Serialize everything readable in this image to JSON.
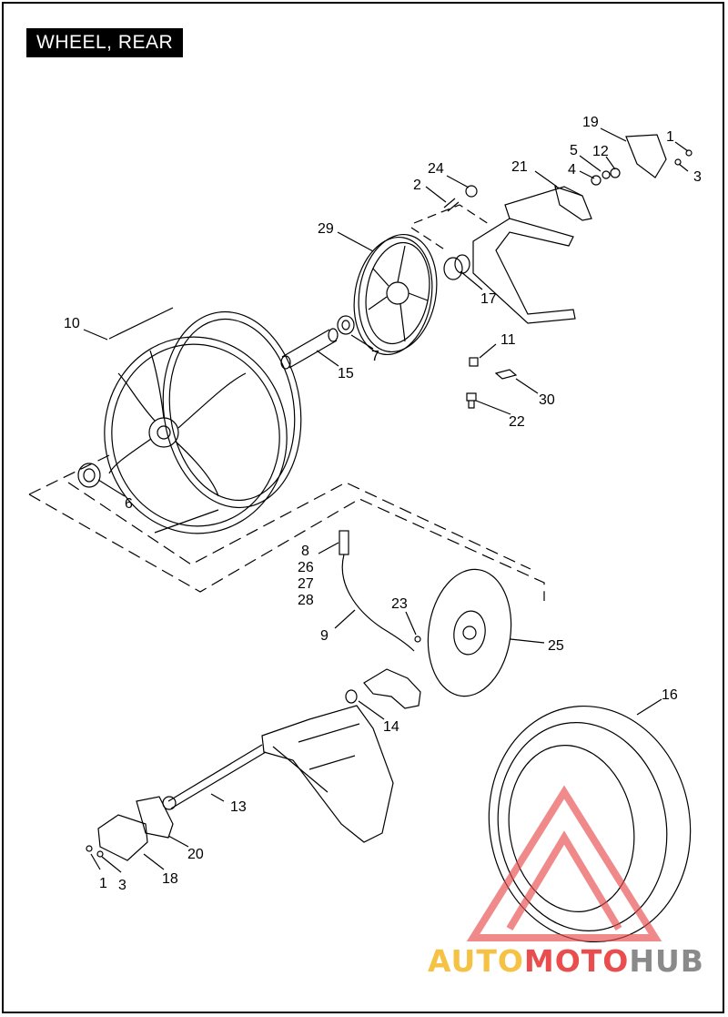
{
  "title": "WHEEL, REAR",
  "callouts": [
    {
      "id": "c19",
      "text": "19"
    },
    {
      "id": "c1a",
      "text": "1"
    },
    {
      "id": "c5",
      "text": "5"
    },
    {
      "id": "c12",
      "text": "12"
    },
    {
      "id": "c4",
      "text": "4"
    },
    {
      "id": "c3a",
      "text": "3"
    },
    {
      "id": "c24",
      "text": "24"
    },
    {
      "id": "c21",
      "text": "21"
    },
    {
      "id": "c2",
      "text": "2"
    },
    {
      "id": "c29",
      "text": "29"
    },
    {
      "id": "c17",
      "text": "17"
    },
    {
      "id": "c10",
      "text": "10"
    },
    {
      "id": "c7",
      "text": "7"
    },
    {
      "id": "c11",
      "text": "11"
    },
    {
      "id": "c15",
      "text": "15"
    },
    {
      "id": "c30",
      "text": "30"
    },
    {
      "id": "c22",
      "text": "22"
    },
    {
      "id": "c6",
      "text": "6"
    },
    {
      "id": "c8",
      "text": "8"
    },
    {
      "id": "c26",
      "text": "26"
    },
    {
      "id": "c27",
      "text": "27"
    },
    {
      "id": "c28",
      "text": "28"
    },
    {
      "id": "c23",
      "text": "23"
    },
    {
      "id": "c9",
      "text": "9"
    },
    {
      "id": "c25",
      "text": "25"
    },
    {
      "id": "c16",
      "text": "16"
    },
    {
      "id": "c14",
      "text": "14"
    },
    {
      "id": "c13",
      "text": "13"
    },
    {
      "id": "c20",
      "text": "20"
    },
    {
      "id": "c1b",
      "text": "1"
    },
    {
      "id": "c3b",
      "text": "3"
    },
    {
      "id": "c18",
      "text": "18"
    }
  ],
  "watermark": {
    "part1": "AUTO",
    "part2": "MOTO",
    "part3": "HUB"
  },
  "colors": {
    "ink": "#000000",
    "watermark_red": "#e94d4d",
    "watermark_yellow": "#f6c244",
    "watermark_gray": "#8a8a8a"
  }
}
